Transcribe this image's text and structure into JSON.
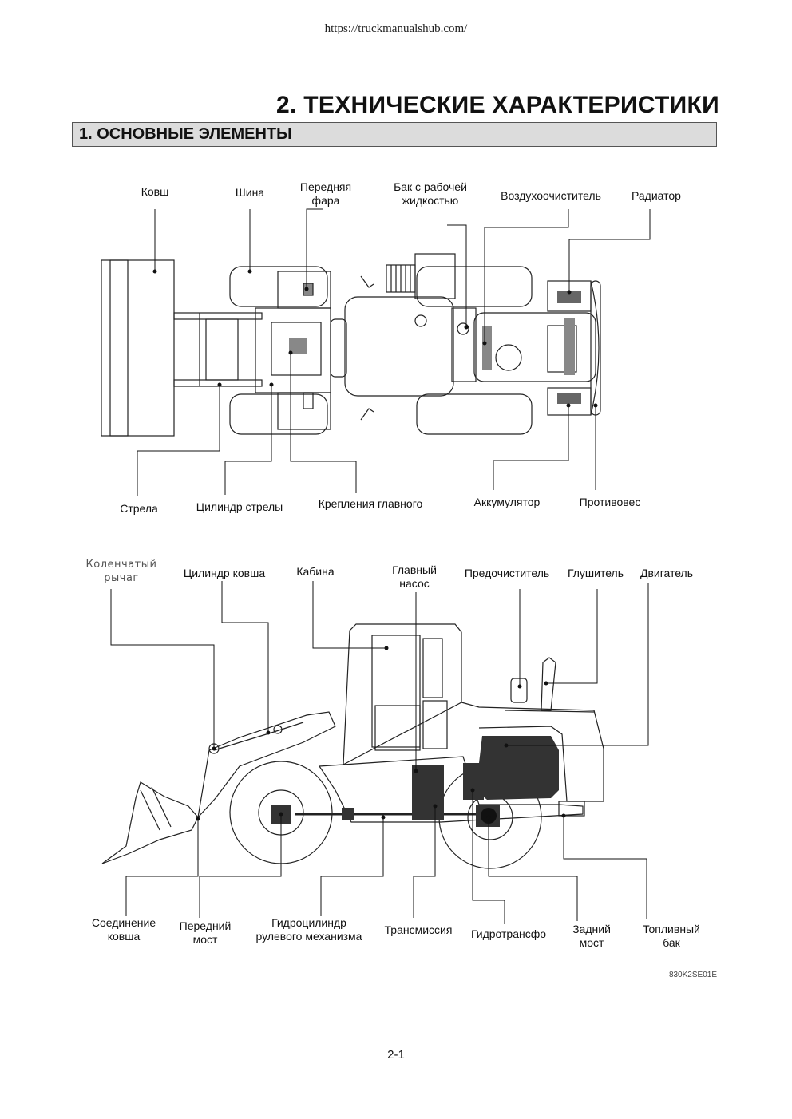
{
  "header": {
    "url": "https://truckmanualshub.com/"
  },
  "chapter_title": "2. ТЕХНИЧЕСКИЕ ХАРАКТЕРИСТИКИ",
  "section_title": "1. ОСНОВНЫЕ ЭЛЕМЕНТЫ",
  "top_view": {
    "labels": {
      "bucket": "Ковш",
      "tire": "Шина",
      "headlight": "Передняя\nфара",
      "hydraulic_tank": "Бак с рабочей\nжидкостью",
      "air_cleaner": "Воздухоочиститель",
      "radiator": "Радиатор",
      "boom": "Стрела",
      "boom_cylinder": "Цилиндр стрелы",
      "center_pin": "Крепления главного",
      "battery": "Аккумулятор",
      "counterweight": "Противовес"
    }
  },
  "side_view": {
    "labels": {
      "bell_crank": "Коленчатый\nрычаг",
      "bucket_cylinder": "Цилиндр ковша",
      "cab": "Кабина",
      "main_pump": "Главный\nнасос",
      "precleaner": "Предочиститель",
      "muffler": "Глушитель",
      "engine": "Двигатель",
      "bucket_link": "Соединение\nковша",
      "front_axle": "Передний\nмост",
      "steering_cylinder": "Гидроцилиндр\nрулевого механизма",
      "transmission": "Трансмиссия",
      "torque_converter": "Гидротрансфо",
      "rear_axle": "Задний\nмост",
      "fuel_tank": "Топливный\nбак"
    }
  },
  "figure_code": "830K2SE01E",
  "page_number": "2-1"
}
